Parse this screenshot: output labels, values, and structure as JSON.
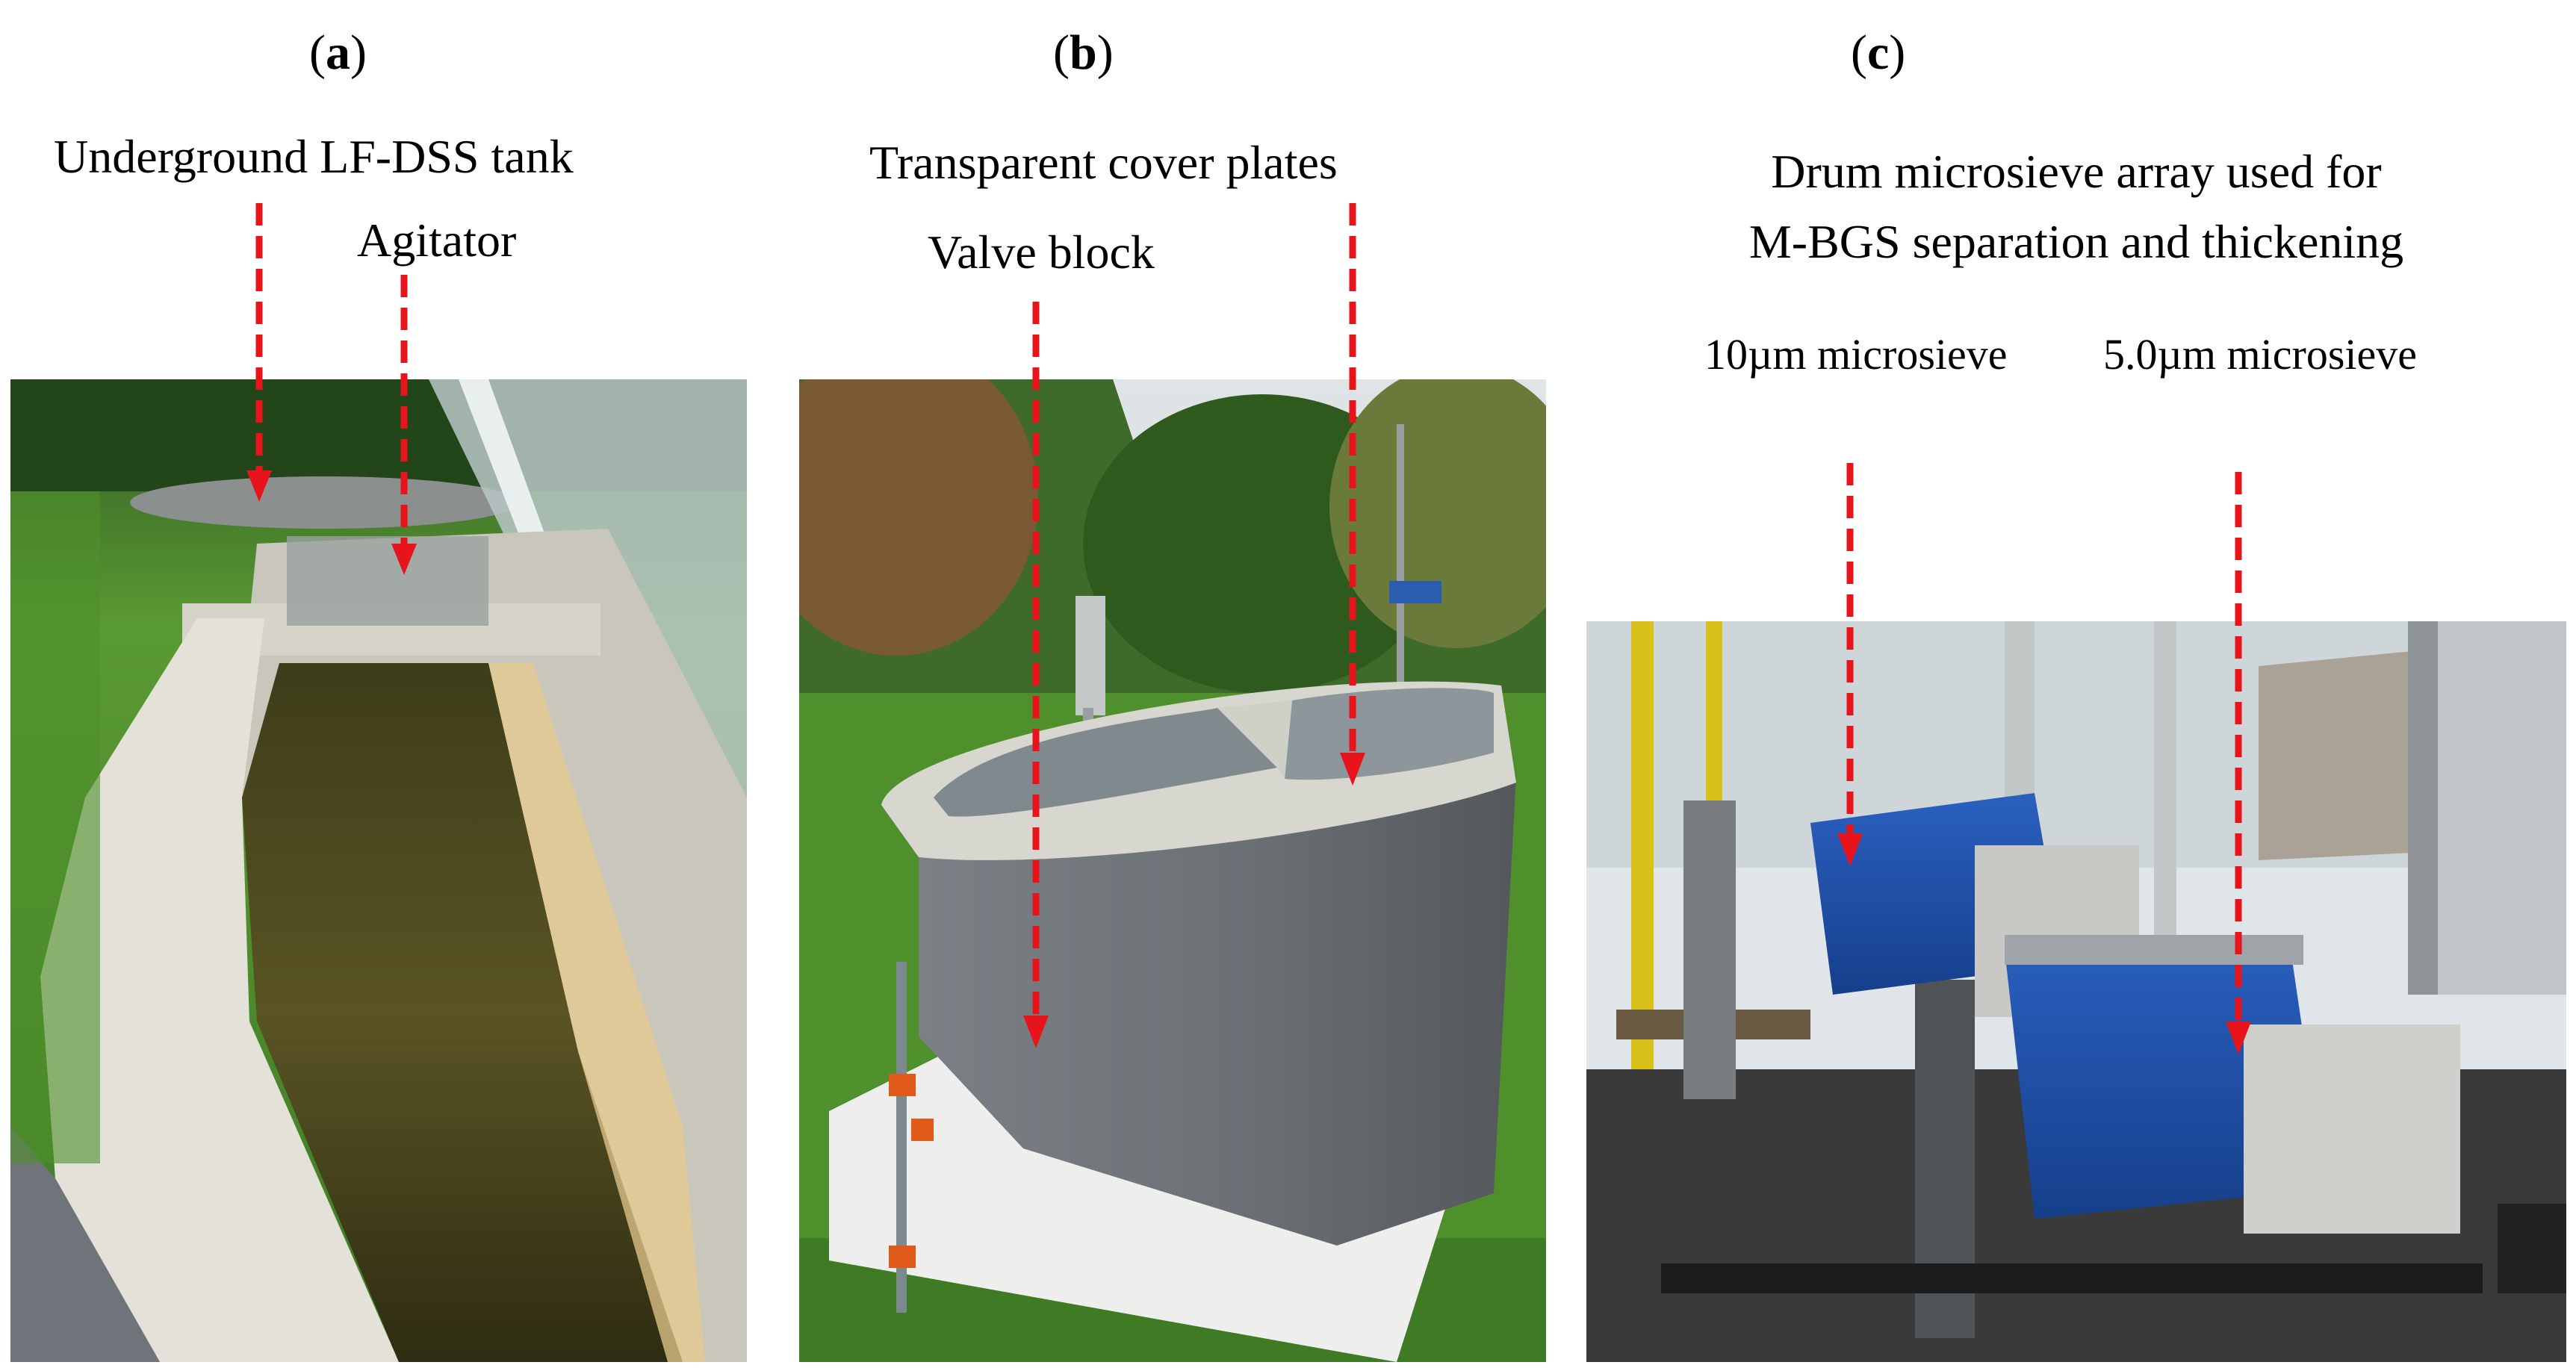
{
  "panels": [
    {
      "letter": "a",
      "labels": [
        "Underground LF-DSS tank",
        "Agitator"
      ]
    },
    {
      "letter": "b",
      "labels": [
        "Transparent cover plates",
        "Valve block"
      ]
    },
    {
      "letter": "c",
      "labels": [
        "Drum microsieve array used for",
        "M-BGS separation and thickening",
        "10µm microsieve",
        "5.0µm microsieve"
      ]
    }
  ],
  "colors": {
    "arrow": "#e8141b",
    "grass": "#4f8f2c",
    "tank_grey": "#6f747a",
    "tank_white": "#dcd9cf",
    "water": "#4a4a22",
    "sky": "#dfe4e6",
    "device_blue": "#1f4fa8",
    "frame_yellow": "#d8c21a"
  }
}
